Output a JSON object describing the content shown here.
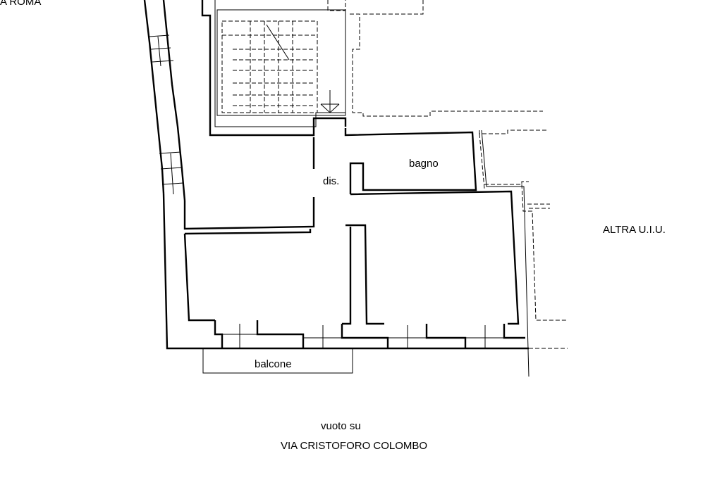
{
  "labels": {
    "top_left": "A ROMA",
    "bagno": "bagno",
    "dis": "dis.",
    "balcone": "balcone",
    "altra": "ALTRA U.I.U.",
    "vuoto": "vuoto su",
    "via": "VIA CRISTOFORO COLOMBO"
  }
}
